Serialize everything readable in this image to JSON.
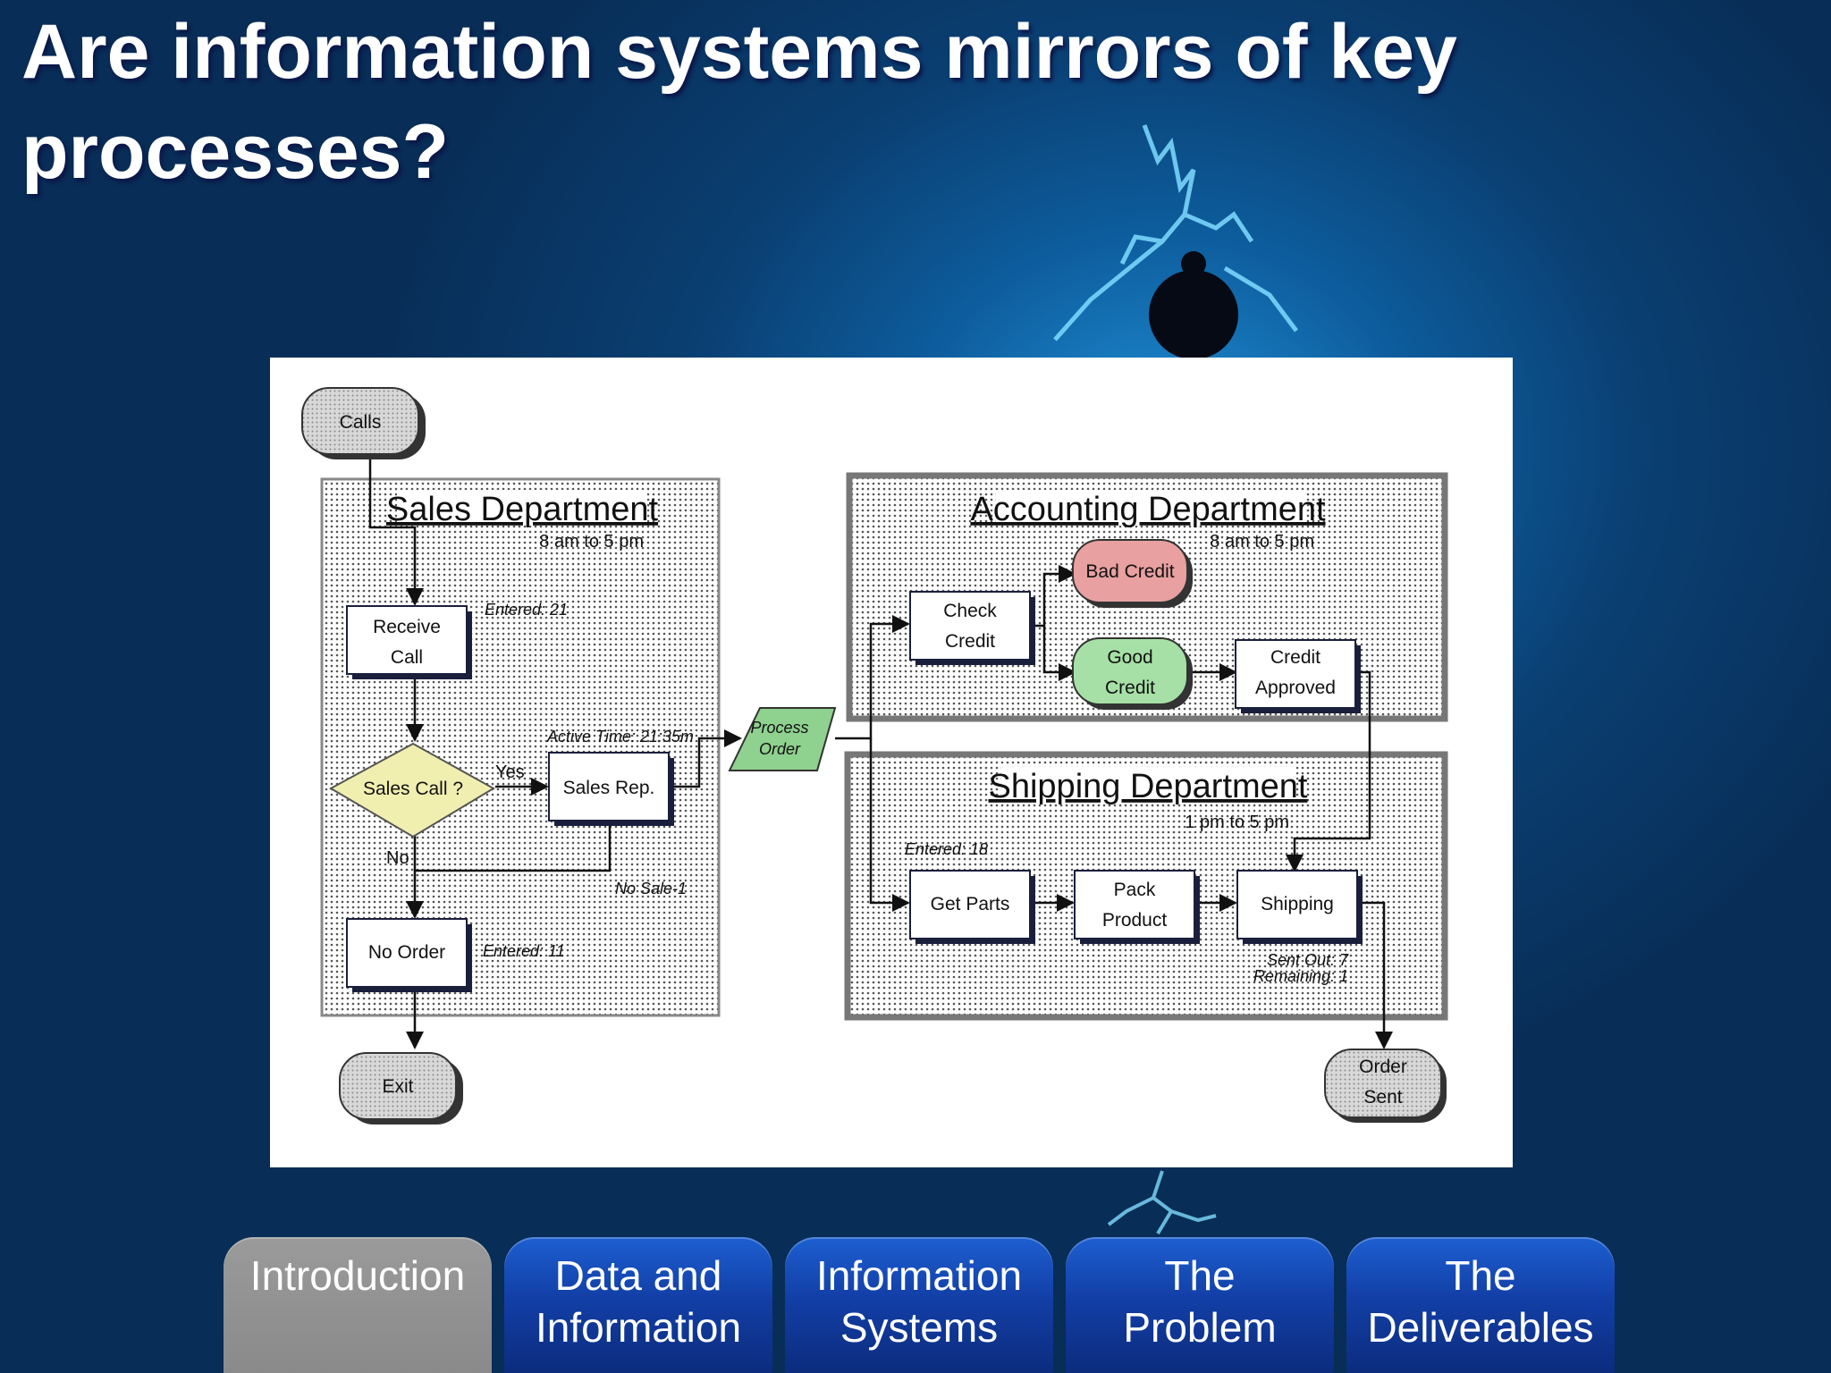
{
  "slide": {
    "title": "Are information systems mirrors of key processes?"
  },
  "diagram": {
    "start_node": "Calls",
    "end_node_exit": "Exit",
    "end_node_order_line1": "Order",
    "end_node_order_line2": "Sent",
    "sales": {
      "title": "Sales Department",
      "hours": "8 am to 5 pm",
      "receive_line1": "Receive",
      "receive_line2": "Call",
      "receive_stat": "Entered: 21",
      "decision": "Sales Call ?",
      "yes_label": "Yes",
      "no_label": "No",
      "sales_rep": "Sales Rep.",
      "active_time": "Active Time: 21:35m",
      "no_sale": "No Sale-1",
      "no_order": "No Order",
      "no_order_stat": "Entered: 11"
    },
    "process_order_line1": "Process",
    "process_order_line2": "Order",
    "accounting": {
      "title": "Accounting Department",
      "hours": "8 am to 5 pm",
      "check_line1": "Check",
      "check_line2": "Credit",
      "bad_credit": "Bad Credit",
      "good_line1": "Good",
      "good_line2": "Credit",
      "approved_line1": "Credit",
      "approved_line2": "Approved"
    },
    "shipping": {
      "title": "Shipping Department",
      "hours": "1 pm to 5 pm",
      "entered_stat": "Entered: 18",
      "get_parts": "Get Parts",
      "pack_line1": "Pack",
      "pack_line2": "Product",
      "shipping": "Shipping",
      "sent_out": "Sent Out: 7",
      "remaining": "Remaining: 1"
    }
  },
  "tabs": [
    {
      "line1": "Introduction",
      "line2": "",
      "active": true
    },
    {
      "line1": "Data and",
      "line2": "Information",
      "active": false
    },
    {
      "line1": "Information",
      "line2": "Systems",
      "active": false
    },
    {
      "line1": "The",
      "line2": "Problem",
      "active": false
    },
    {
      "line1": "The",
      "line2": "Deliverables",
      "active": false
    }
  ],
  "colors": {
    "active_tab": "#8f8f8f",
    "inactive_tab": "#1546b0",
    "bad_credit_fill": "#e8a0a0",
    "good_credit_fill": "#a6e0a6",
    "decision_fill": "#f0efb0",
    "process_order_fill": "#8fd18f"
  }
}
